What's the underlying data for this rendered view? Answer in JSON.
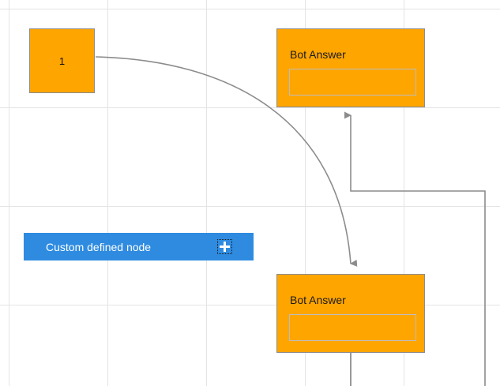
{
  "canvas": {
    "background_color": "#ffffff",
    "grid_color": "#e4e4e4",
    "grid_size": 125
  },
  "palette": {
    "custom_node_label": "Custom defined node",
    "add_icon": "plus-icon",
    "bar_color": "#2E8BE0",
    "label_color": "#ffffff"
  },
  "nodes": [
    {
      "id": "node-1",
      "type": "square",
      "label": "1",
      "fill": "#FFA500",
      "border": "#8c8c8c"
    },
    {
      "id": "bot-answer-top",
      "type": "bot-answer",
      "title": "Bot Answer",
      "fill": "#FFA500",
      "border": "#8c8c8c",
      "slot_text": ""
    },
    {
      "id": "bot-answer-bottom",
      "type": "bot-answer",
      "title": "Bot Answer",
      "fill": "#FFA500",
      "border": "#8c8c8c",
      "slot_text": ""
    }
  ],
  "connectors": {
    "stroke_color": "#8c8c8c",
    "edges": [
      {
        "id": "edge-1-to-bot-bottom",
        "from": "node-1",
        "to": "bot-answer-bottom",
        "style": "curved",
        "arrow": "down"
      },
      {
        "id": "edge-loop-to-bot-top",
        "from": "bot-answer-bottom",
        "to": "bot-answer-top",
        "style": "orthogonal",
        "arrow": "up"
      },
      {
        "id": "edge-bot-bottom-out",
        "from": "bot-answer-bottom",
        "to": "",
        "style": "straight",
        "arrow": "none"
      }
    ]
  }
}
